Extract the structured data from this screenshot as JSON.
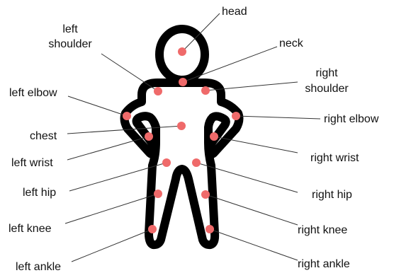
{
  "diagram": {
    "figure_color": "#000000",
    "figure_fill": "#ffffff",
    "point_color": "#ef6a6a",
    "leader_color": "#333333",
    "labels": {
      "head": "head",
      "neck": "neck",
      "left_shoulder_1": "left",
      "left_shoulder_2": "shoulder",
      "right_shoulder_1": "right",
      "right_shoulder_2": "shoulder",
      "left_elbow": "left elbow",
      "right_elbow": "right elbow",
      "chest": "chest",
      "left_wrist": "left wrist",
      "right_wrist": "right wrist",
      "left_hip": "left hip",
      "right_hip": "right hip",
      "left_knee": "left knee",
      "right_knee": "right knee",
      "left_ankle": "left ankle",
      "right_ankle": "right ankle"
    }
  }
}
